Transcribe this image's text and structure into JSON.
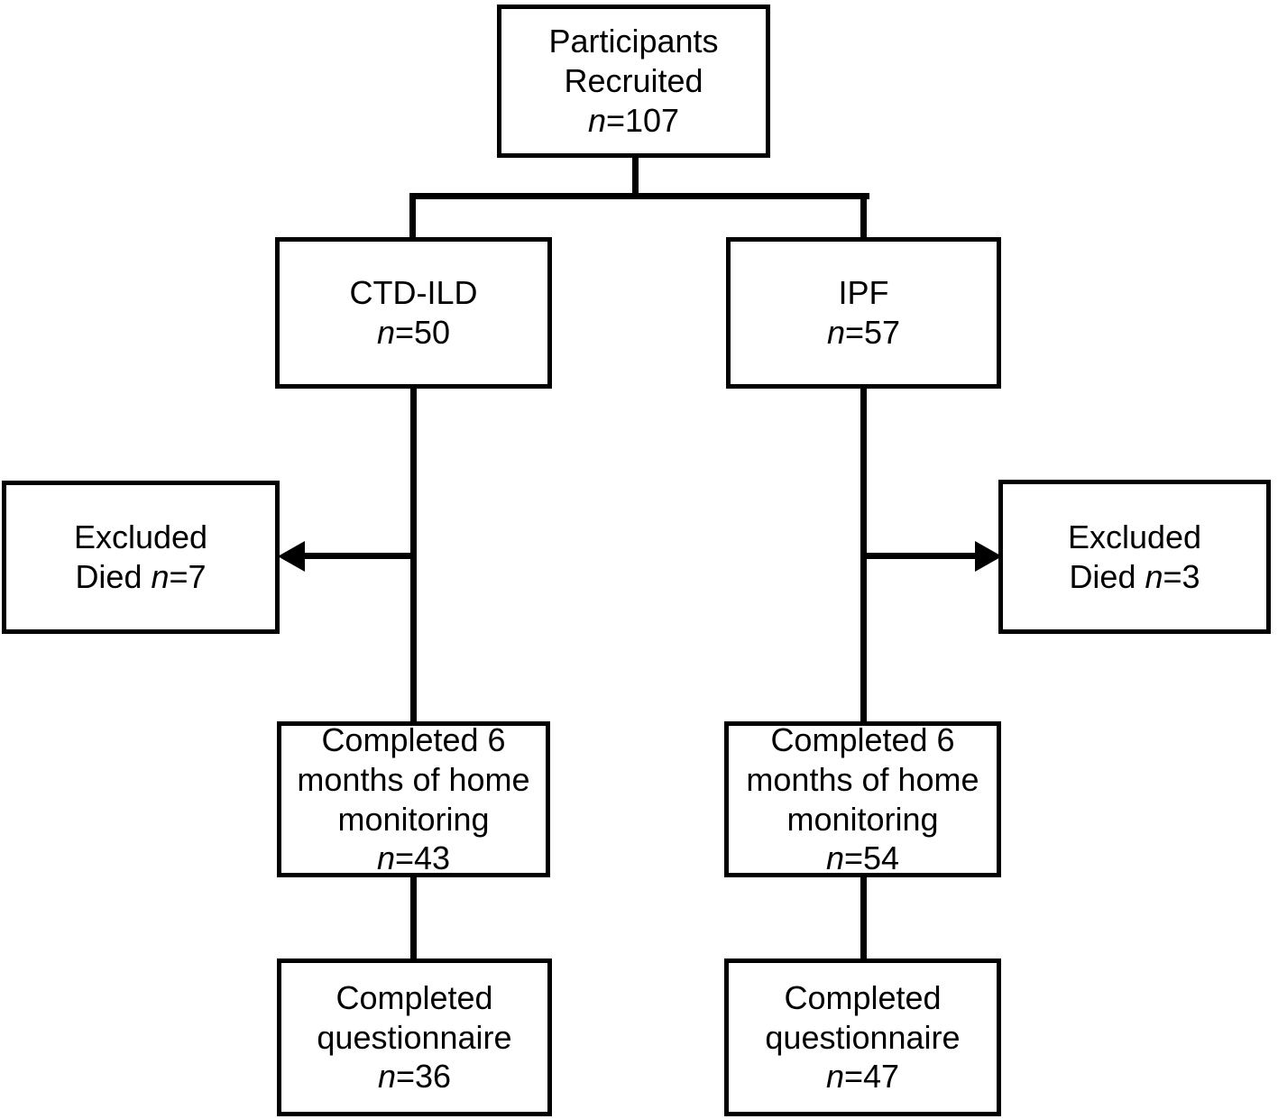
{
  "figure": {
    "type": "flowchart",
    "orientation": "top-down",
    "background_color": "#ffffff",
    "line_color": "#000000",
    "text_color": "#000000"
  },
  "nodes": {
    "recruited": {
      "id": "participants-recruited",
      "lines": [
        "Participants",
        "Recruited"
      ],
      "n_label": "n",
      "n_equals": "=107",
      "n_value": 107
    },
    "ctdild": {
      "id": "ctd-ild",
      "lines": [
        "CTD-ILD"
      ],
      "n_label": "n",
      "n_equals": "=50",
      "n_value": 50
    },
    "ipf": {
      "id": "ipf",
      "lines": [
        "IPF"
      ],
      "n_label": "n",
      "n_equals": "=57",
      "n_value": 57
    },
    "excluded_left": {
      "id": "excluded-ctdild",
      "lines": [
        "Excluded"
      ],
      "died_prefix": "Died ",
      "n_label": "n",
      "n_equals": "=7",
      "n_value": 7
    },
    "excluded_right": {
      "id": "excluded-ipf",
      "lines": [
        "Excluded"
      ],
      "died_prefix": "Died ",
      "n_label": "n",
      "n_equals": "=3",
      "n_value": 3
    },
    "monitor_left": {
      "id": "completed-6-months-ctdild",
      "lines": [
        "Completed 6",
        "months of home",
        "monitoring"
      ],
      "n_label": "n",
      "n_equals": "=43",
      "n_value": 43
    },
    "monitor_right": {
      "id": "completed-6-months-ipf",
      "lines": [
        "Completed 6",
        "months of home",
        "monitoring"
      ],
      "n_label": "n",
      "n_equals": "=54",
      "n_value": 54
    },
    "questionnaire_left": {
      "id": "completed-questionnaire-ctdild",
      "lines": [
        "Completed",
        "questionnaire"
      ],
      "n_label": "n",
      "n_equals": "=36",
      "n_value": 36
    },
    "questionnaire_right": {
      "id": "completed-questionnaire-ipf",
      "lines": [
        "Completed",
        "questionnaire"
      ],
      "n_label": "n",
      "n_equals": "=47",
      "n_value": 47
    }
  },
  "edges": [
    {
      "from": "recruited",
      "to": "ctdild",
      "style": "plain"
    },
    {
      "from": "recruited",
      "to": "ipf",
      "style": "plain"
    },
    {
      "from": "ctdild",
      "to": "excluded_left",
      "style": "arrow-left"
    },
    {
      "from": "ipf",
      "to": "excluded_right",
      "style": "arrow-right"
    },
    {
      "from": "ctdild",
      "to": "monitor_left",
      "style": "plain"
    },
    {
      "from": "ipf",
      "to": "monitor_right",
      "style": "plain"
    },
    {
      "from": "monitor_left",
      "to": "questionnaire_left",
      "style": "plain"
    },
    {
      "from": "monitor_right",
      "to": "questionnaire_right",
      "style": "plain"
    }
  ]
}
